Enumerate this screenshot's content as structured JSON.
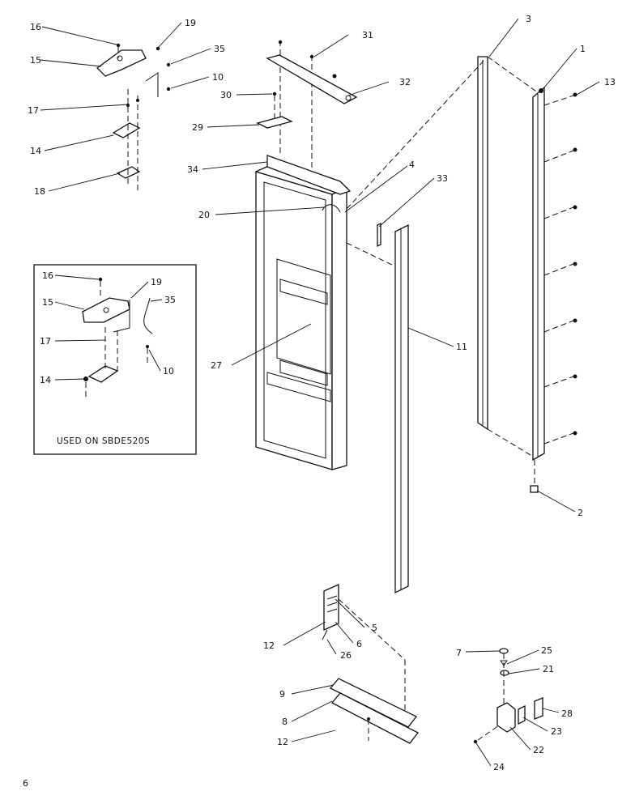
{
  "diagram": {
    "page_number": "6",
    "inset_caption": "USED ON SBDE520S",
    "callouts": {
      "c1": "1",
      "c2": "2",
      "c3": "3",
      "c4": "4",
      "c5": "5",
      "c6": "6",
      "c7": "7",
      "c8": "8",
      "c9": "9",
      "c10": "10",
      "c11": "11",
      "c12a": "12",
      "c12b": "12",
      "c13": "13",
      "c14": "14",
      "c15": "15",
      "c16": "16",
      "c17": "17",
      "c18": "18",
      "c19": "19",
      "c20": "20",
      "c21": "21",
      "c22": "22",
      "c23": "23",
      "c24": "24",
      "c25": "25",
      "c26": "26",
      "c27": "27",
      "c28": "28",
      "c29": "29",
      "c30": "30",
      "c31": "31",
      "c32": "32",
      "c33": "33",
      "c34": "34",
      "c35": "35",
      "i10": "10",
      "i14": "14",
      "i15": "15",
      "i16": "16",
      "i17": "17",
      "i19": "19",
      "i35": "35"
    }
  }
}
